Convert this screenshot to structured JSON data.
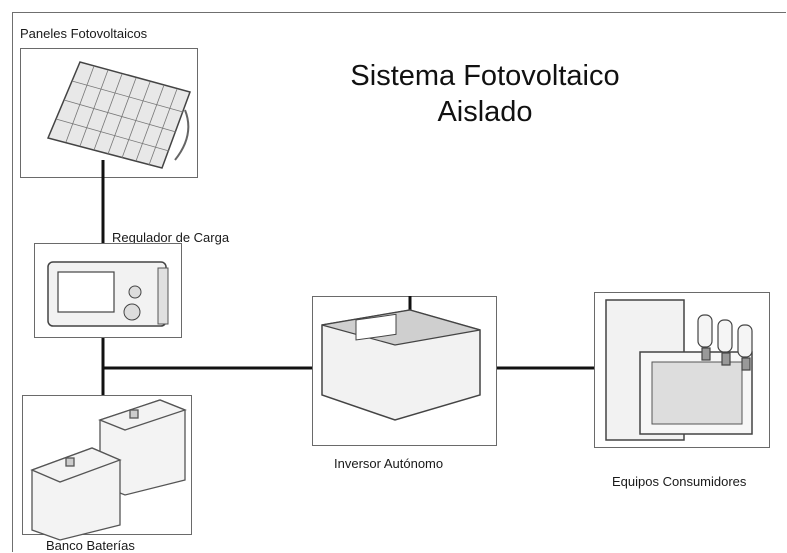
{
  "diagram": {
    "title_line1": "Sistema Fotovoltaico",
    "title_line2": "Aislado",
    "labels": {
      "panels": "Paneles Fotovoltaicos",
      "regulator": "Regulador de Carga",
      "batteries": "Banco Baterías",
      "inverter": "Inversor Autónomo",
      "consumers": "Equipos Consumidores"
    },
    "colors": {
      "line": "#111111",
      "border": "#6a6a6a",
      "device_fill": "#f2f2f2",
      "device_stroke": "#555555"
    }
  }
}
